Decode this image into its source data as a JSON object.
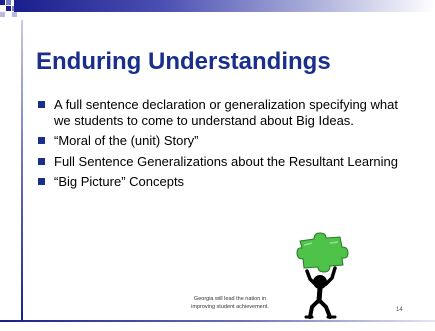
{
  "slide": {
    "title": "Enduring Understandings",
    "bullets": [
      "A full sentence declaration or generalization specifying what we students to come to understand about Big Ideas.",
      "“Moral of the (unit) Story”",
      "Full Sentence Generalizations about the Resultant Learning",
      "“Big Picture” Concepts"
    ],
    "footer_line1": "Georgia will lead the nation in",
    "footer_line2": "improving student achievement.",
    "page_number": "14"
  },
  "colors": {
    "title": "#1a2f8c",
    "accent": "#1a1e8c",
    "bullet": "#1a2f8c",
    "puzzle_piece": "#4fc24a"
  },
  "icons": {
    "figure": "person-holding-puzzle-piece-icon"
  }
}
